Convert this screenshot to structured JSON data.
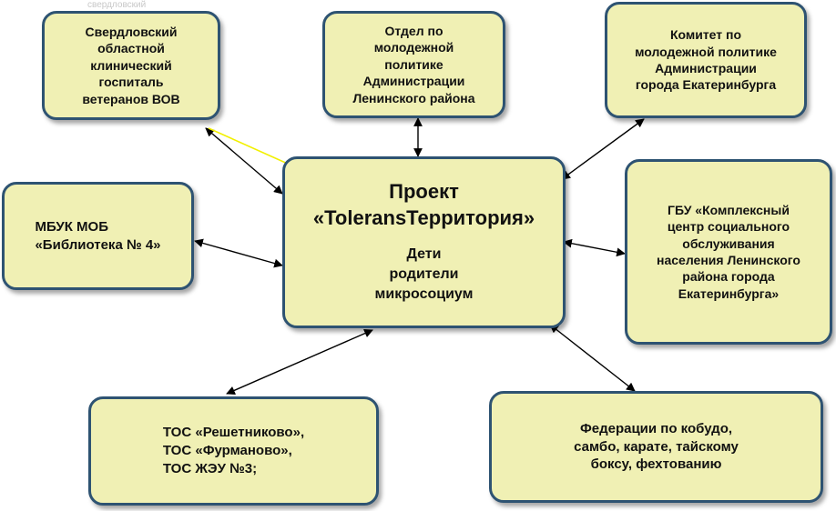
{
  "colors": {
    "node_fill": "#f0f0b4",
    "node_border": "#2e5372",
    "arrow": "#000000",
    "highlight_arrow": "#f2f000"
  },
  "ghost_text": "свердловский",
  "center": {
    "title": "Проект\n«ToleransТерритория»",
    "subtitle": "Дети\nродители\nмикросоциум"
  },
  "nodes": {
    "hospital": "Свердловский\nобластной\nклинический\nгоспиталь\nветеранов ВОВ",
    "youth_dept": "Отдел по\nмолодежной\nполитике\nАдминистрации\nЛенинского района",
    "youth_committee": "Комитет по\nмолодежной политике\nАдминистрации\nгорода Екатеринбурга",
    "library": "МБУК МОБ\n«Библиотека № 4»",
    "social_center": "ГБУ «Комплексный\nцентр социального\nобслуживания\nнаселения Ленинского\nрайона города\nЕкатеринбурга»",
    "tos": "ТОС «Решетниково»,\nТОС «Фурманово»,\nТОС ЖЭУ №3;",
    "federations": "Федерации по кобудо,\nсамбо, карате, тайскому\nбоксу, фехтованию"
  }
}
